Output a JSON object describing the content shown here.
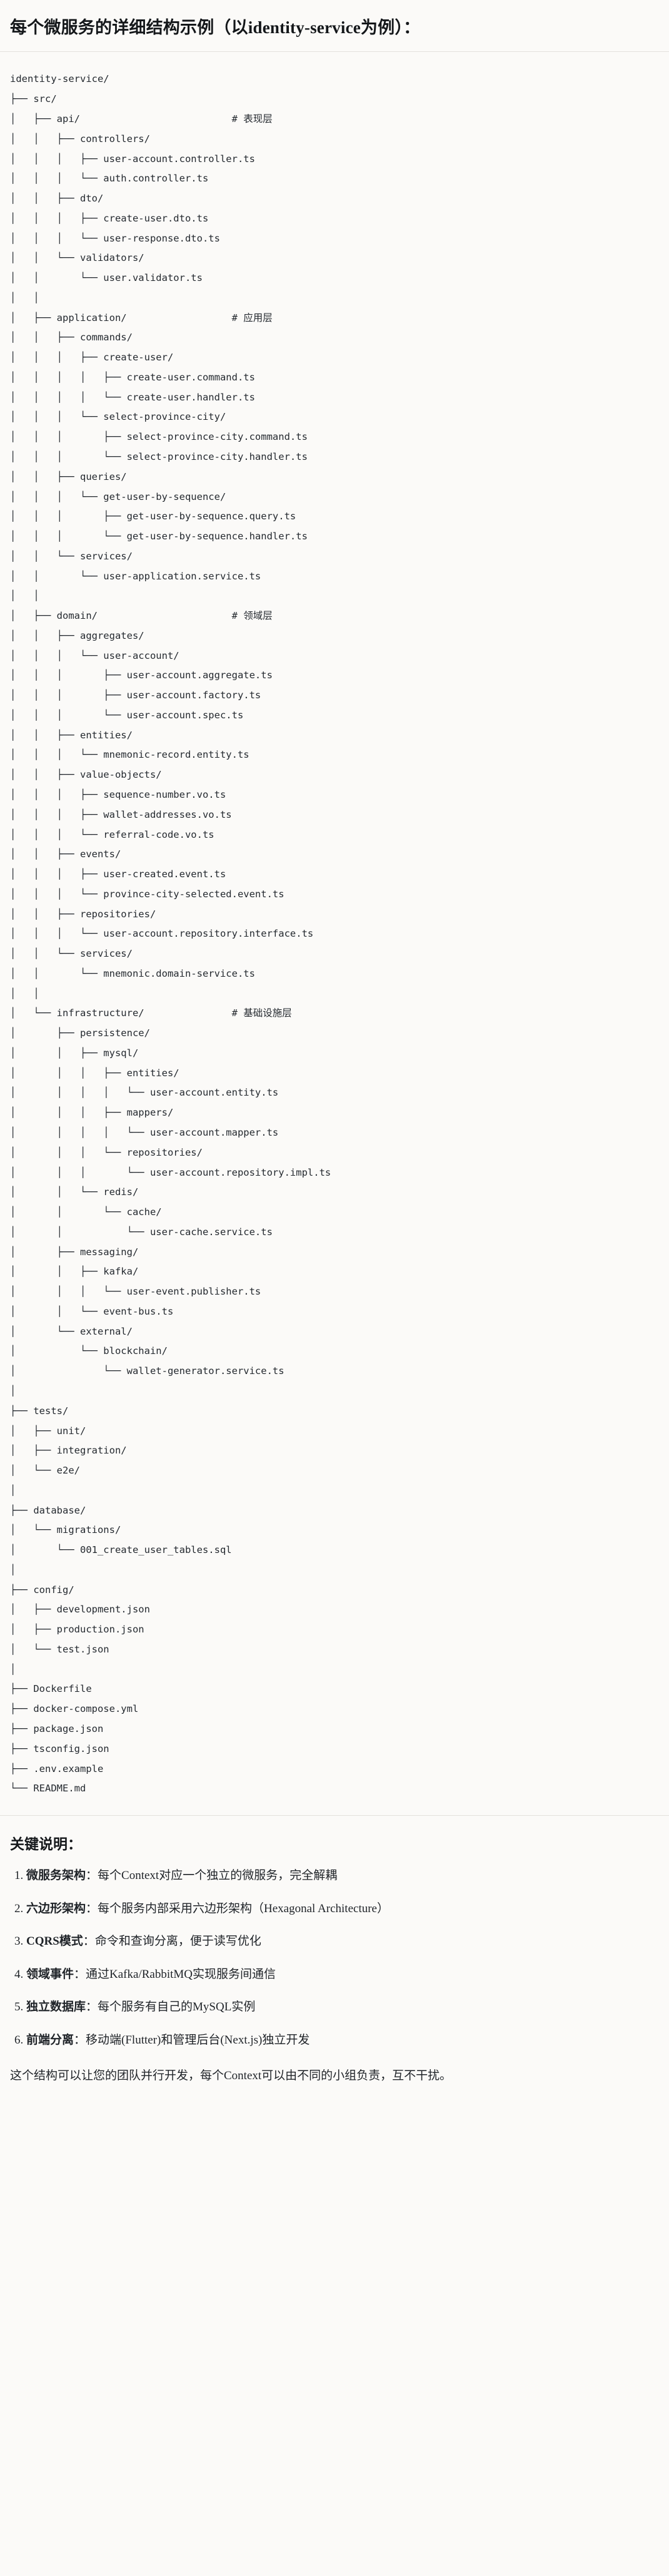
{
  "header": {
    "title": "每个微服务的详细结构示例（以identity-service为例）："
  },
  "tree": {
    "root": "identity-service/",
    "lines": [
      "identity-service/",
      "├── src/",
      "│   ├── api/                          # 表现层",
      "│   │   ├── controllers/",
      "│   │   │   ├── user-account.controller.ts",
      "│   │   │   └── auth.controller.ts",
      "│   │   ├── dto/",
      "│   │   │   ├── create-user.dto.ts",
      "│   │   │   └── user-response.dto.ts",
      "│   │   └── validators/",
      "│   │       └── user.validator.ts",
      "│   │",
      "│   ├── application/                  # 应用层",
      "│   │   ├── commands/",
      "│   │   │   ├── create-user/",
      "│   │   │   │   ├── create-user.command.ts",
      "│   │   │   │   └── create-user.handler.ts",
      "│   │   │   └── select-province-city/",
      "│   │   │       ├── select-province-city.command.ts",
      "│   │   │       └── select-province-city.handler.ts",
      "│   │   ├── queries/",
      "│   │   │   └── get-user-by-sequence/",
      "│   │   │       ├── get-user-by-sequence.query.ts",
      "│   │   │       └── get-user-by-sequence.handler.ts",
      "│   │   └── services/",
      "│   │       └── user-application.service.ts",
      "│   │",
      "│   ├── domain/                       # 领域层",
      "│   │   ├── aggregates/",
      "│   │   │   └── user-account/",
      "│   │   │       ├── user-account.aggregate.ts",
      "│   │   │       ├── user-account.factory.ts",
      "│   │   │       └── user-account.spec.ts",
      "│   │   ├── entities/",
      "│   │   │   └── mnemonic-record.entity.ts",
      "│   │   ├── value-objects/",
      "│   │   │   ├── sequence-number.vo.ts",
      "│   │   │   ├── wallet-addresses.vo.ts",
      "│   │   │   └── referral-code.vo.ts",
      "│   │   ├── events/",
      "│   │   │   ├── user-created.event.ts",
      "│   │   │   └── province-city-selected.event.ts",
      "│   │   ├── repositories/",
      "│   │   │   └── user-account.repository.interface.ts",
      "│   │   └── services/",
      "│   │       └── mnemonic.domain-service.ts",
      "│   │",
      "│   └── infrastructure/               # 基础设施层",
      "│       ├── persistence/",
      "│       │   ├── mysql/",
      "│       │   │   ├── entities/",
      "│       │   │   │   └── user-account.entity.ts",
      "│       │   │   ├── mappers/",
      "│       │   │   │   └── user-account.mapper.ts",
      "│       │   │   └── repositories/",
      "│       │   │       └── user-account.repository.impl.ts",
      "│       │   └── redis/",
      "│       │       └── cache/",
      "│       │           └── user-cache.service.ts",
      "│       ├── messaging/",
      "│       │   ├── kafka/",
      "│       │   │   └── user-event.publisher.ts",
      "│       │   └── event-bus.ts",
      "│       └── external/",
      "│           └── blockchain/",
      "│               └── wallet-generator.service.ts",
      "│",
      "├── tests/",
      "│   ├── unit/",
      "│   ├── integration/",
      "│   └── e2e/",
      "│",
      "├── database/",
      "│   └── migrations/",
      "│       └── 001_create_user_tables.sql",
      "│",
      "├── config/",
      "│   ├── development.json",
      "│   ├── production.json",
      "│   └── test.json",
      "│",
      "├── Dockerfile",
      "├── docker-compose.yml",
      "├── package.json",
      "├── tsconfig.json",
      "├── .env.example",
      "└── README.md"
    ],
    "comments": [
      {
        "target": "api/",
        "text": "# 表现层"
      },
      {
        "target": "application/",
        "text": "# 应用层"
      },
      {
        "target": "domain/",
        "text": "# 领域层"
      },
      {
        "target": "infrastructure/",
        "text": "# 基础设施层"
      }
    ]
  },
  "notes": {
    "heading": "关键说明：",
    "items": [
      {
        "key": "微服务架构",
        "sep": "：",
        "body": "每个Context对应一个独立的微服务，完全解耦"
      },
      {
        "key": "六边形架构",
        "sep": "：",
        "body": "每个服务内部采用六边形架构（Hexagonal Architecture）"
      },
      {
        "key": "CQRS模式",
        "sep": "：",
        "body": "命令和查询分离，便于读写优化"
      },
      {
        "key": "领域事件",
        "sep": "：",
        "body": "通过Kafka/RabbitMQ实现服务间通信"
      },
      {
        "key": "独立数据库",
        "sep": "：",
        "body": "每个服务有自己的MySQL实例"
      },
      {
        "key": "前端分离",
        "sep": "：",
        "body": "移动端(Flutter)和管理后台(Next.js)独立开发"
      }
    ],
    "closing": "这个结构可以让您的团队并行开发，每个Context可以由不同的小组负责，互不干扰。"
  }
}
